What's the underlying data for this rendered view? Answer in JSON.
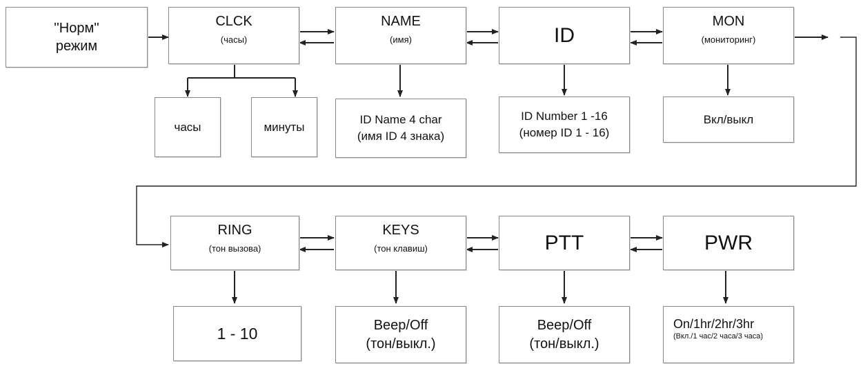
{
  "start": {
    "line1": "''Норм''",
    "line2": "режим"
  },
  "row1": {
    "clck": {
      "title": "CLCK",
      "subtitle": "(часы)"
    },
    "name": {
      "title": "NAME",
      "subtitle": "(имя)"
    },
    "id": {
      "title": "ID"
    },
    "mon": {
      "title": "MON",
      "subtitle": "(мониторинг)"
    }
  },
  "row1_sub": {
    "hours": "часы",
    "minutes": "минуты",
    "name_line1": "ID Name 4 char",
    "name_line2": "(имя ID 4 знака)",
    "id_line1": "ID Number 1 -16",
    "id_line2": "(номер ID 1 - 16)",
    "mon": "Вкл/выкл"
  },
  "row2": {
    "ring": {
      "title": "RING",
      "subtitle": "(тон вызова)"
    },
    "keys": {
      "title": "KEYS",
      "subtitle": "(тон клавиш)"
    },
    "ptt": {
      "title": "PTT"
    },
    "pwr": {
      "title": "PWR"
    }
  },
  "row2_sub": {
    "ring": "1 - 10",
    "keys_line1": "Beep/Off",
    "keys_line2": "(тон/выкл.)",
    "ptt_line1": "Beep/Off",
    "ptt_line2": "(тон/выкл.)",
    "pwr_line1": "On/1hr/2hr/3hr",
    "pwr_line2": "(Вкл./1 час/2 часа/3 часа)"
  }
}
